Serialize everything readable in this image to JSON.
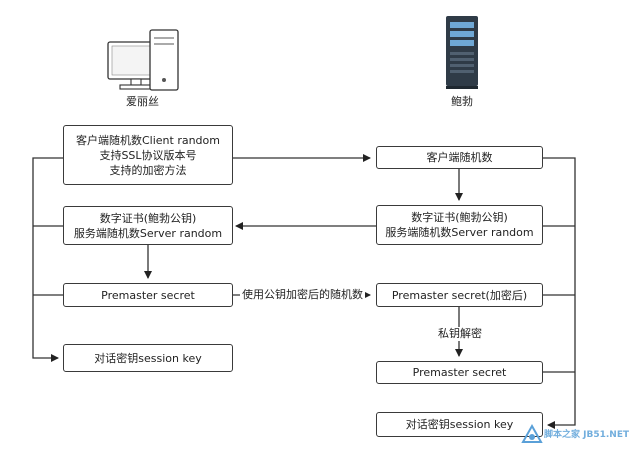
{
  "actors": {
    "client_name": "爱丽丝",
    "server_name": "鲍勃"
  },
  "client_boxes": {
    "hello": [
      "客户端随机数Client random",
      "支持SSL协议版本号",
      "支持的加密方法"
    ],
    "received_cert": [
      "数字证书(鲍勃公钥)",
      "服务端随机数Server random"
    ],
    "premaster": "Premaster secret",
    "session_key": "对话密钥session key"
  },
  "server_boxes": {
    "client_random": "客户端随机数",
    "cert": [
      "数字证书(鲍勃公钥)",
      "服务端随机数Server random"
    ],
    "premaster_encrypted": "Premaster secret(加密后)",
    "premaster": "Premaster secret",
    "session_key": "对话密钥session key"
  },
  "edge_labels": {
    "encrypt_transfer": "使用公钥加密后的随机数",
    "decrypt": "私钥解密"
  },
  "watermark": "脚本之家 JB51.NET"
}
